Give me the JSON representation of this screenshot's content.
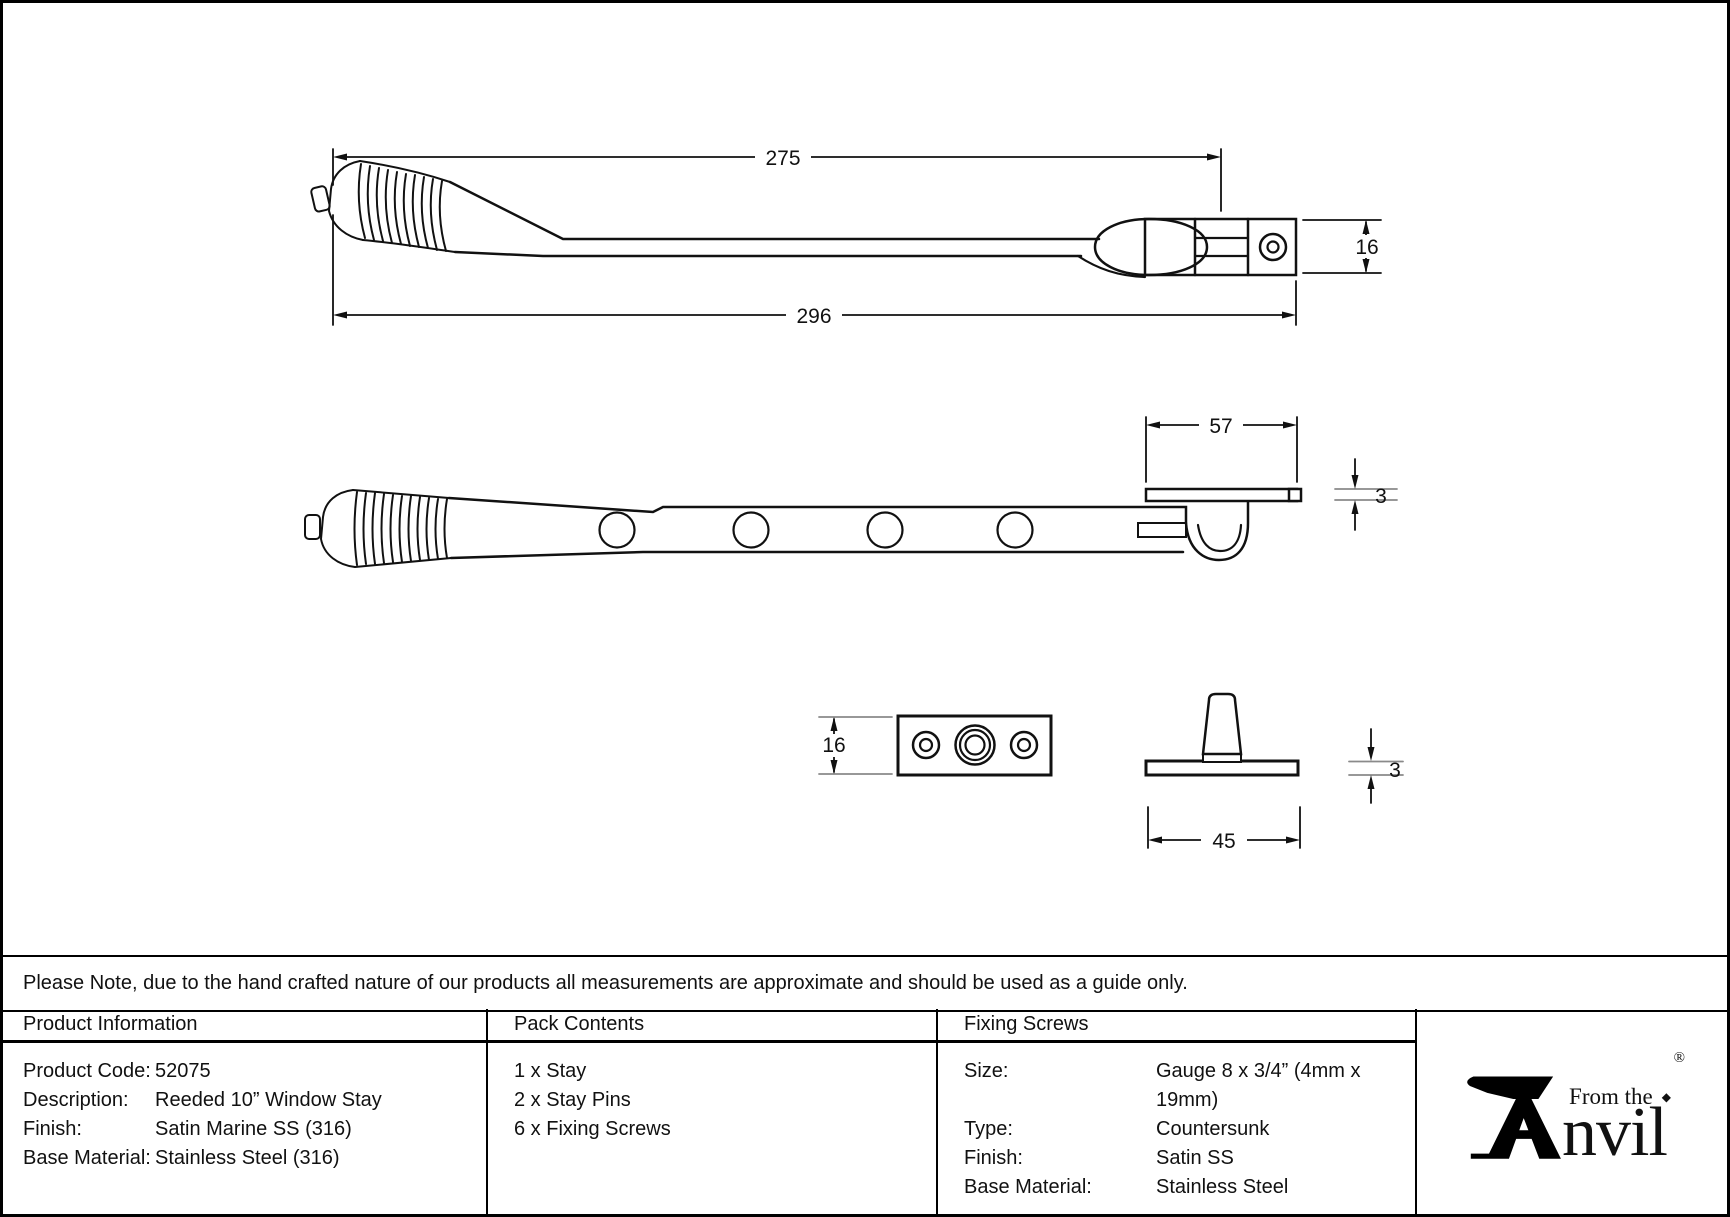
{
  "note": "Please Note, due to the hand crafted nature of our products all measurements are approximate and should be used as a guide only.",
  "dims": {
    "to_pivot": "275",
    "overall": "296",
    "bracket_height": "16",
    "keep_width": "57",
    "keep_thickness": "3",
    "pin_plate_height": "16",
    "pin_base_thickness": "3",
    "pin_base_width": "45"
  },
  "product_information": {
    "title": "Product Information",
    "rows": [
      {
        "label": "Product Code:",
        "value": "52075"
      },
      {
        "label": "Description:",
        "value": "Reeded 10” Window Stay"
      },
      {
        "label": "Finish:",
        "value": "Satin Marine SS (316)"
      },
      {
        "label": "Base Material:",
        "value": "Stainless Steel (316)"
      }
    ]
  },
  "pack_contents": {
    "title": "Pack Contents",
    "items": [
      "1 x Stay",
      "2 x Stay Pins",
      "6 x Fixing Screws"
    ]
  },
  "fixing_screws": {
    "title": "Fixing Screws",
    "rows": [
      {
        "label": "Size:",
        "value": "Gauge 8 x 3/4” (4mm x 19mm)"
      },
      {
        "label": "Type:",
        "value": "Countersunk"
      },
      {
        "label": "Finish:",
        "value": "Satin SS"
      },
      {
        "label": "Base Material:",
        "value": "Stainless Steel"
      }
    ]
  },
  "logo": {
    "prefix": "From the",
    "diamond": "◆",
    "name": "nvil",
    "reg": "®"
  }
}
